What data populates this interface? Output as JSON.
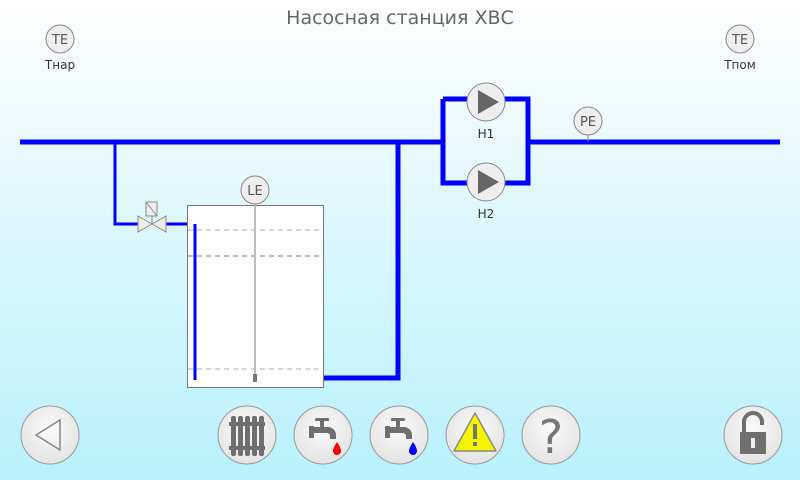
{
  "title": "Насосная станция ХВС",
  "sensors": {
    "te_outdoor": {
      "code": "TE",
      "label": "Тнар"
    },
    "te_indoor": {
      "code": "TE",
      "label": "Тпом"
    },
    "pe": {
      "code": "PE"
    },
    "le": {
      "code": "LE"
    }
  },
  "pumps": [
    {
      "label": "Н1"
    },
    {
      "label": "Н2"
    }
  ],
  "colors": {
    "pipe": "#0000ff",
    "warning": "#f5f500",
    "hot": "#ff0000",
    "cold": "#0000ff"
  },
  "toolbar": {
    "back": "back-arrow-icon",
    "heating": "radiator-icon",
    "hot_water": "hot-tap-icon",
    "cold_water": "cold-tap-icon",
    "alarms": "warning-icon",
    "help": "?",
    "lock": "padlock-icon"
  }
}
